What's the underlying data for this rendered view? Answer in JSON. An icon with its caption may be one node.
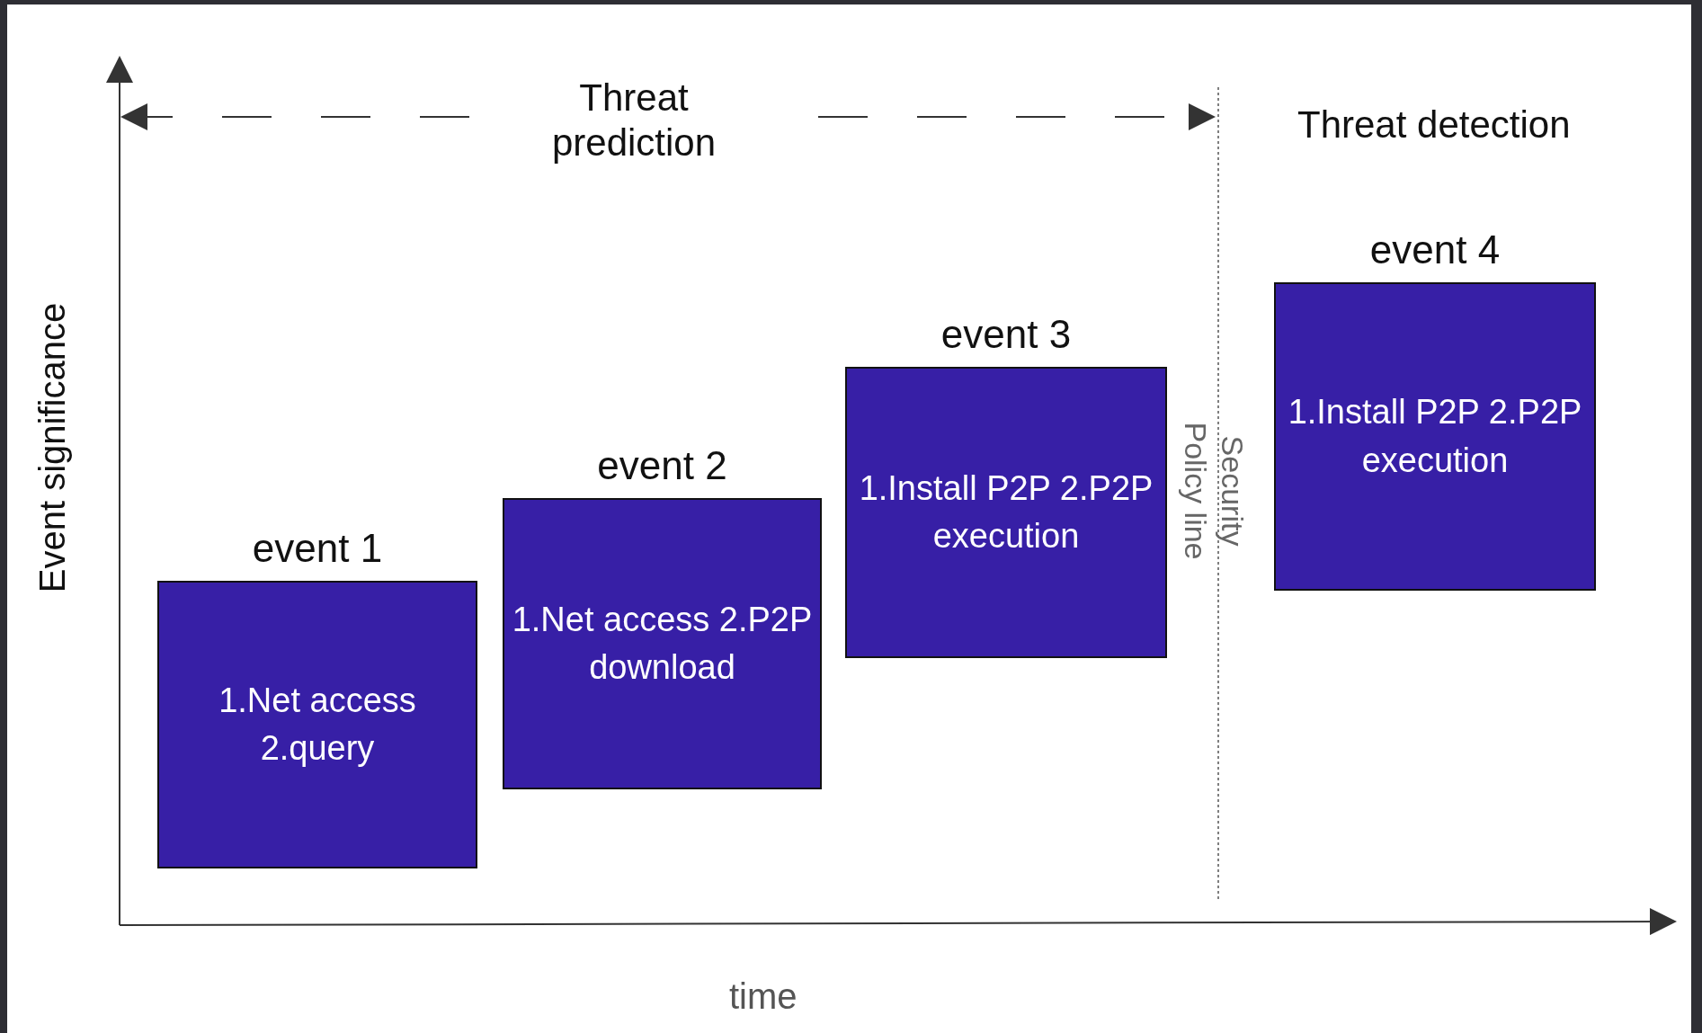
{
  "diagram": {
    "nodes": [
      {
        "text": [
          "event 1",
          "1.Net access 2.query"
        ]
      },
      {
        "text": [
          "event 2",
          "1.Net access 2.P2P download"
        ]
      },
      {
        "text": [
          "event 3",
          "1.Install P2P 2.P2P execution"
        ]
      },
      {
        "text": [
          "event 4",
          "1.Install P2P 2.P2P execution"
        ]
      }
    ],
    "edges": [],
    "labels": [
      "Threat prediction",
      "Threat detection",
      "Event significance",
      "Security Policy line",
      "time"
    ]
  }
}
